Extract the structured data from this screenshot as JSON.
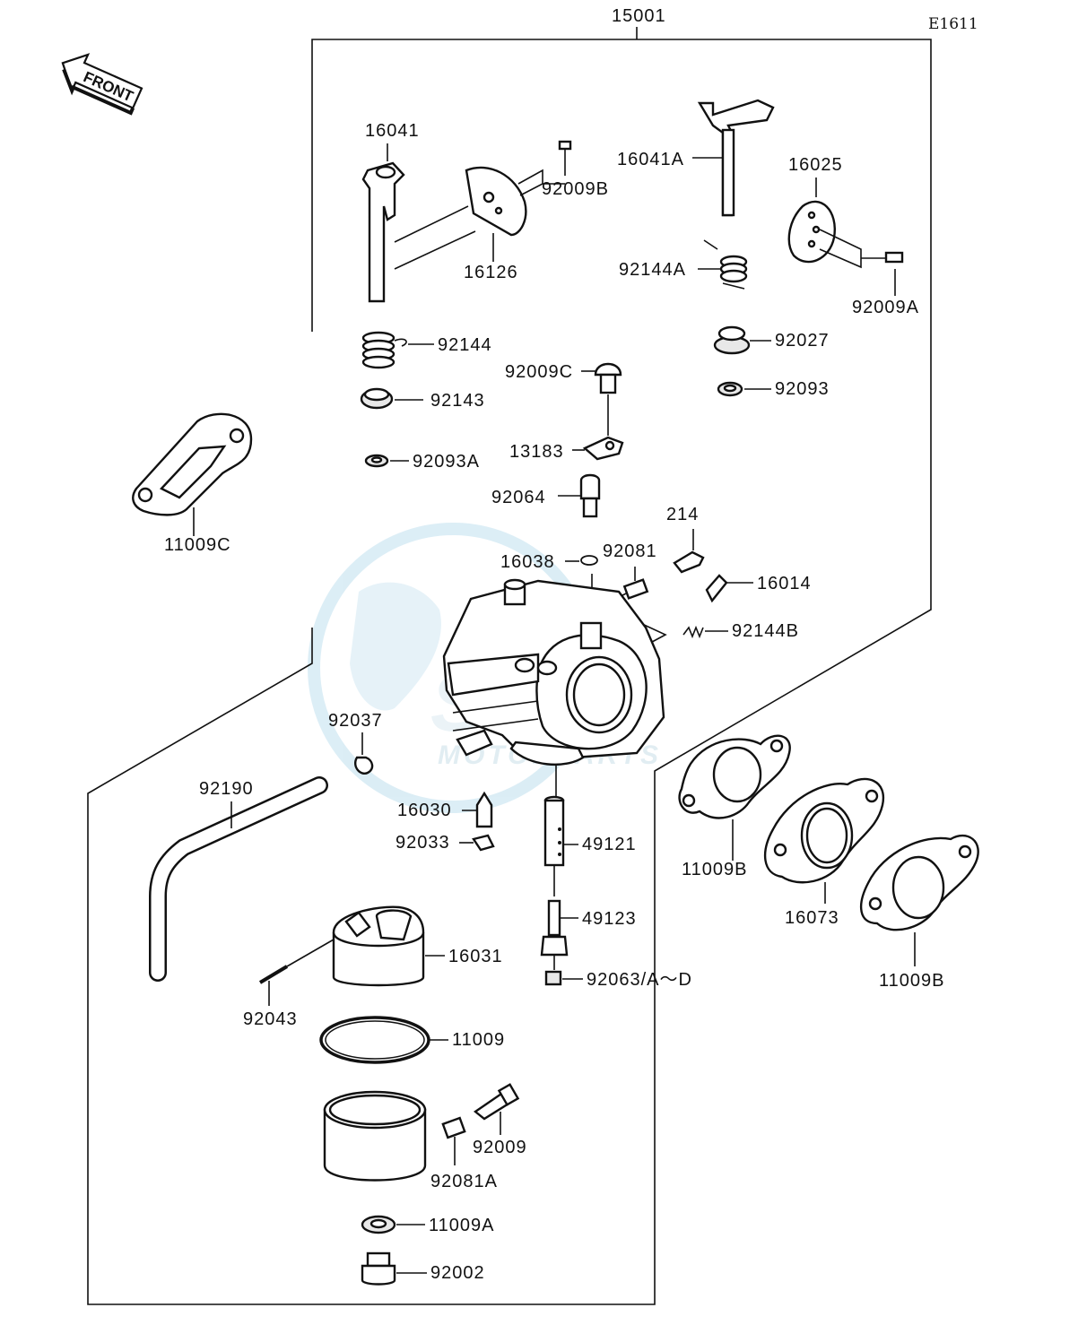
{
  "diagram_code": "E1611",
  "front_label": "FRONT",
  "watermark": {
    "brand": "Stem",
    "sub": "MOTORPARTS",
    "color": "#8fc3dc"
  },
  "parts": {
    "p15001": "15001",
    "p16041": "16041",
    "p92009B": "92009B",
    "p16126": "16126",
    "p16041A": "16041A",
    "p16025": "16025",
    "p92144A": "92144A",
    "p92009A": "92009A",
    "p92144": "92144",
    "p92027": "92027",
    "p92009C": "92009C",
    "p92143": "92143",
    "p92093": "92093",
    "p13183": "13183",
    "p92093A": "92093A",
    "p92064": "92064",
    "p11009C": "11009C",
    "p214": "214",
    "p16038": "16038",
    "p92081": "92081",
    "p16014": "16014",
    "p92144B": "92144B",
    "p92037": "92037",
    "p92190": "92190",
    "p16030": "16030",
    "p92033": "92033",
    "p49121": "49121",
    "p11009B_1": "11009B",
    "p49123": "49123",
    "p16073": "16073",
    "p16031": "16031",
    "p92063": "92063/A～D",
    "p11009B_2": "11009B",
    "p92043": "92043",
    "p11009": "11009",
    "p92009": "92009",
    "p92081A": "92081A",
    "p11009A": "11009A",
    "p92002": "92002"
  }
}
